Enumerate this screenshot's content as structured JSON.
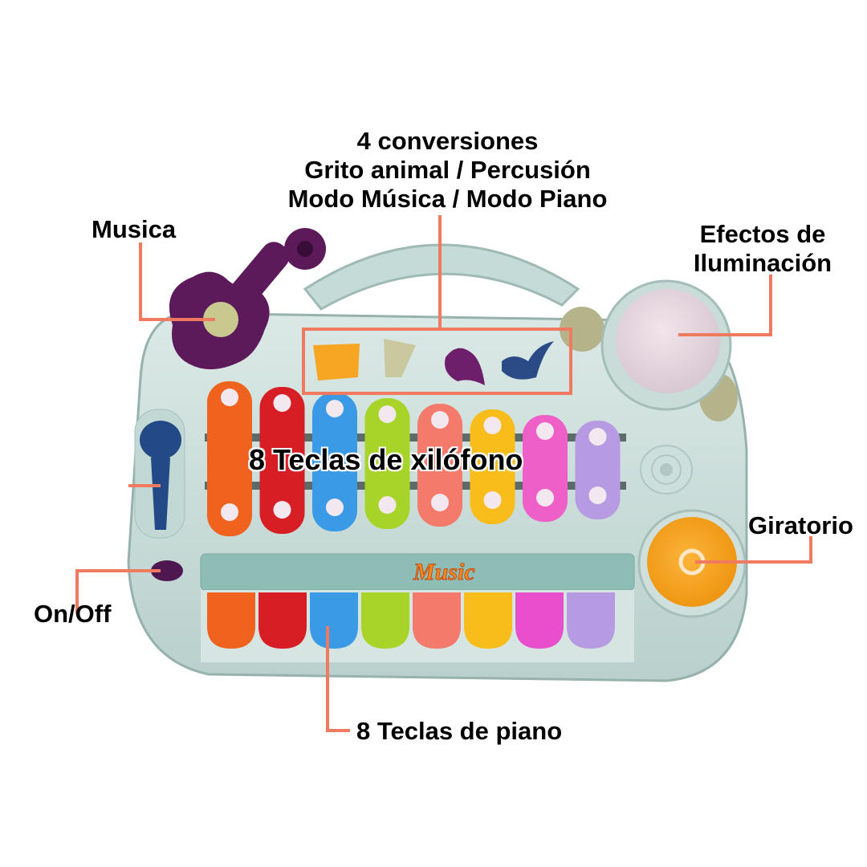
{
  "title": "Toy xylophone piano feature diagram",
  "colors": {
    "leader_line": "#ef7a5f",
    "body": "#cfe0dd",
    "body_shade": "#a9c3bf",
    "guitar": "#5c1a5a",
    "microphone": "#234a86",
    "spinner": "#f5a219",
    "light_dome": "#ecd9e2"
  },
  "labels": {
    "modes": {
      "line1": "4 conversiones",
      "line2": "Grito animal / Percusión",
      "line3": "Modo Música / Modo Piano"
    },
    "music": "Musica",
    "lights": {
      "line1": "Efectos de",
      "line2": "Iluminación"
    },
    "xylophone": "8 Teclas de xilófono",
    "spinner": "Giratorio",
    "power": "On/Off",
    "piano": "8 Teclas de piano"
  },
  "toy": {
    "banner_text": "Music",
    "mode_buttons": [
      {
        "name": "accordion",
        "color": "#f6a623"
      },
      {
        "name": "harp",
        "color": "#c9c89e"
      },
      {
        "name": "heart",
        "color": "#6d1f6c"
      },
      {
        "name": "note",
        "color": "#2a4b86"
      }
    ],
    "xylophone_bars": [
      "#f0631e",
      "#d81e25",
      "#3a9ae6",
      "#a8d42a",
      "#f47a6c",
      "#f8bd1a",
      "#ee5fc8",
      "#b79be2"
    ],
    "piano_keys": [
      "#f0631e",
      "#d81e25",
      "#3a9ae6",
      "#a8d42a",
      "#f47a6c",
      "#f8bd1a",
      "#e94fcc",
      "#b79be2"
    ]
  }
}
